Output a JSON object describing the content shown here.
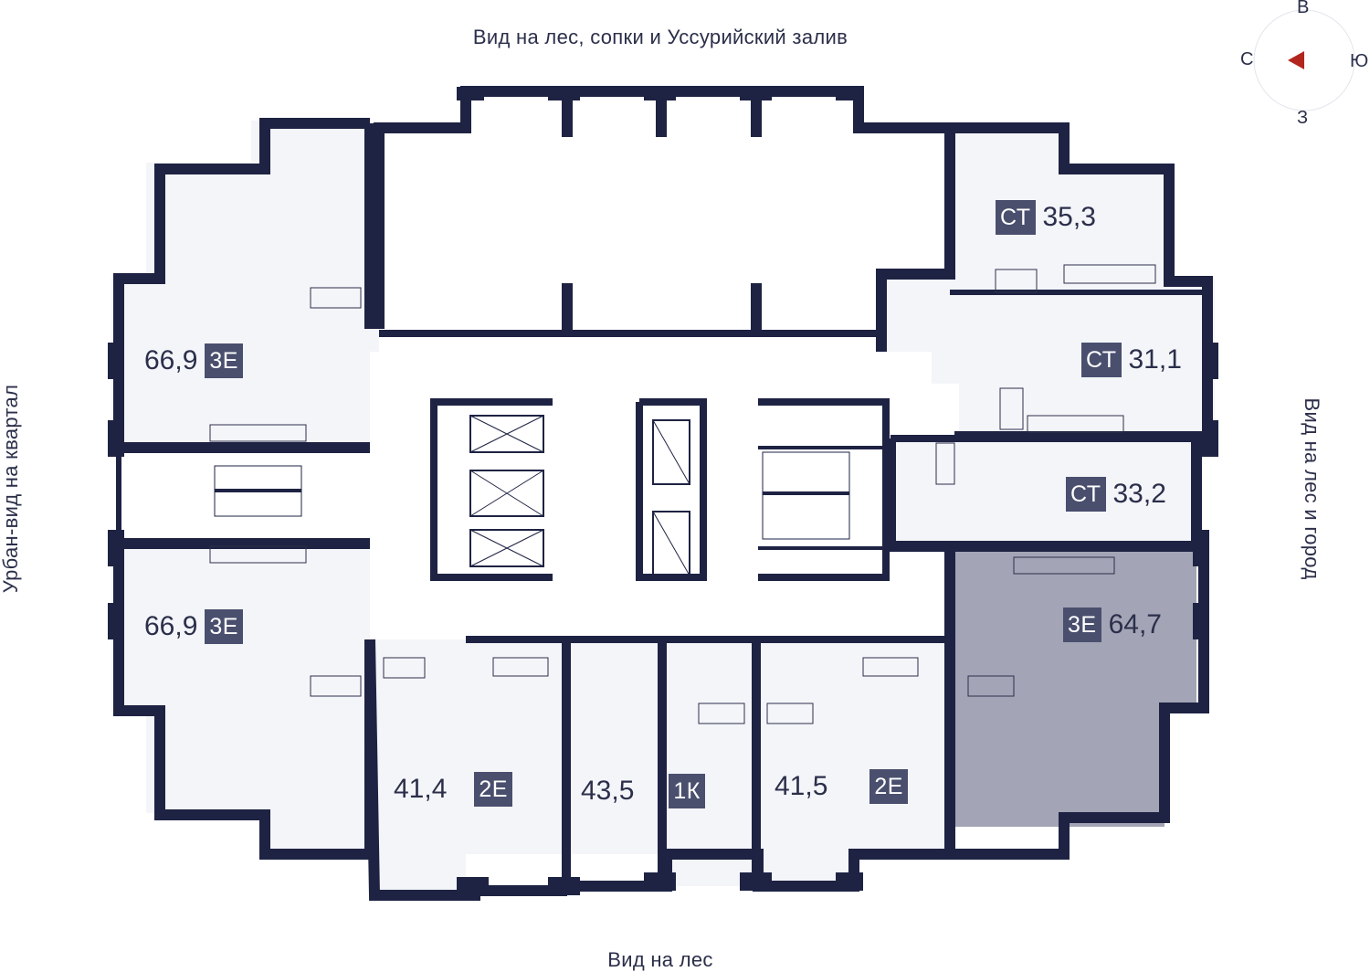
{
  "views": {
    "top": "Вид на лес, сопки и Уссурийский залив",
    "bottom": "Вид на лес",
    "left": "Урбан-вид на квартал",
    "right": "Вид на лес и город"
  },
  "compass": {
    "north": "С",
    "east": "В",
    "south": "Ю",
    "west": "З",
    "arrow_color": "#b3261e"
  },
  "apartments": [
    {
      "type": "3Е",
      "area": "66,9"
    },
    {
      "type": "3Е",
      "area": "66,9"
    },
    {
      "type": "СТ",
      "area": "35,3"
    },
    {
      "type": "СТ",
      "area": "31,1"
    },
    {
      "type": "СТ",
      "area": "33,2"
    },
    {
      "type": "3Е",
      "area": "64,7",
      "highlighted": true
    },
    {
      "type": "2Е",
      "area": "41,4"
    },
    {
      "type": "1К",
      "area": "43,5"
    },
    {
      "type": "2Е",
      "area": "41,5"
    }
  ],
  "colors": {
    "wall": "#1e2343",
    "room_fill": "#f4f5f9",
    "highlight_fill": "#a3a5b6",
    "badge": "#4a4f6e"
  }
}
